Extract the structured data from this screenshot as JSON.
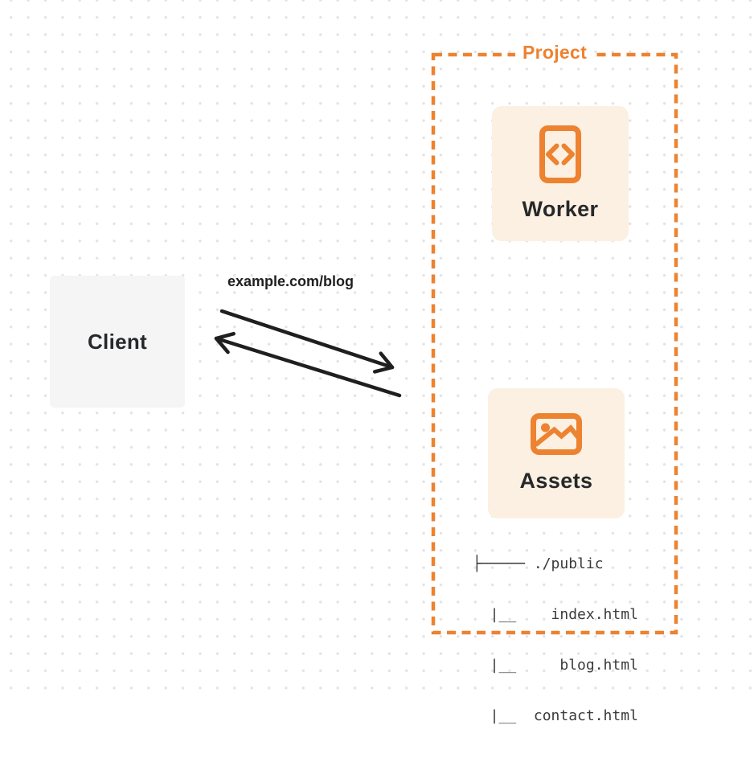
{
  "diagram": {
    "title": "Project request-routing diagram"
  },
  "client": {
    "label": "Client"
  },
  "request": {
    "label": "example.com/blog"
  },
  "project": {
    "label": "Project",
    "worker": {
      "label": "Worker",
      "icon": "code-file-icon"
    },
    "assets": {
      "label": "Assets",
      "icon": "image-icon",
      "file_tree": {
        "lines": [
          "├───── ./public",
          "  |__    index.html",
          "  |__     blog.html",
          "  |__  contact.html"
        ]
      }
    }
  },
  "colors": {
    "accent_orange": "#ED8230",
    "card_background": "#FBF0E2",
    "client_background": "#F5F5F6",
    "arrow": "#1F1F1F",
    "dark_text": "#26282B",
    "tree_text": "#3A3A3A",
    "grid_dot": "#E3E3E6"
  }
}
